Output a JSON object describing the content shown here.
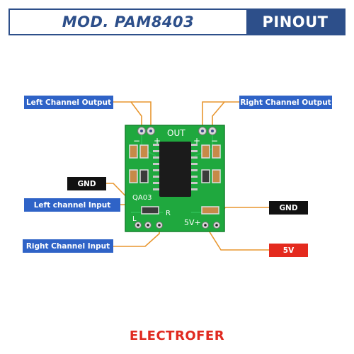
{
  "header": {
    "title": "MOD. PAM8403",
    "pinout": "PINOUT"
  },
  "labels": {
    "left_channel_output": "Left Channel Output",
    "right_channel_output": "Right Channel Output",
    "gnd_left": "GND",
    "left_channel_input": "Left channel Input",
    "right_channel_input": "Right Channel Input",
    "gnd_right": "GND",
    "five_v": "5V"
  },
  "board": {
    "out": "OUT",
    "plus_left": "+",
    "minus_left": "−",
    "plus_right": "+",
    "minus_right": "−",
    "chip_code": "QA03",
    "l": "L",
    "r": "R",
    "five_v": "5V+",
    "g": "-"
  },
  "colors": {
    "header_blue": "#2d4f8a",
    "label_blue": "#2f63c7",
    "label_red": "#e42a1e",
    "leader_orange": "#e8962e",
    "board_green": "#1fa83e",
    "brand_red": "#e02a20"
  },
  "footer": {
    "brand": "ELECTROFER"
  }
}
